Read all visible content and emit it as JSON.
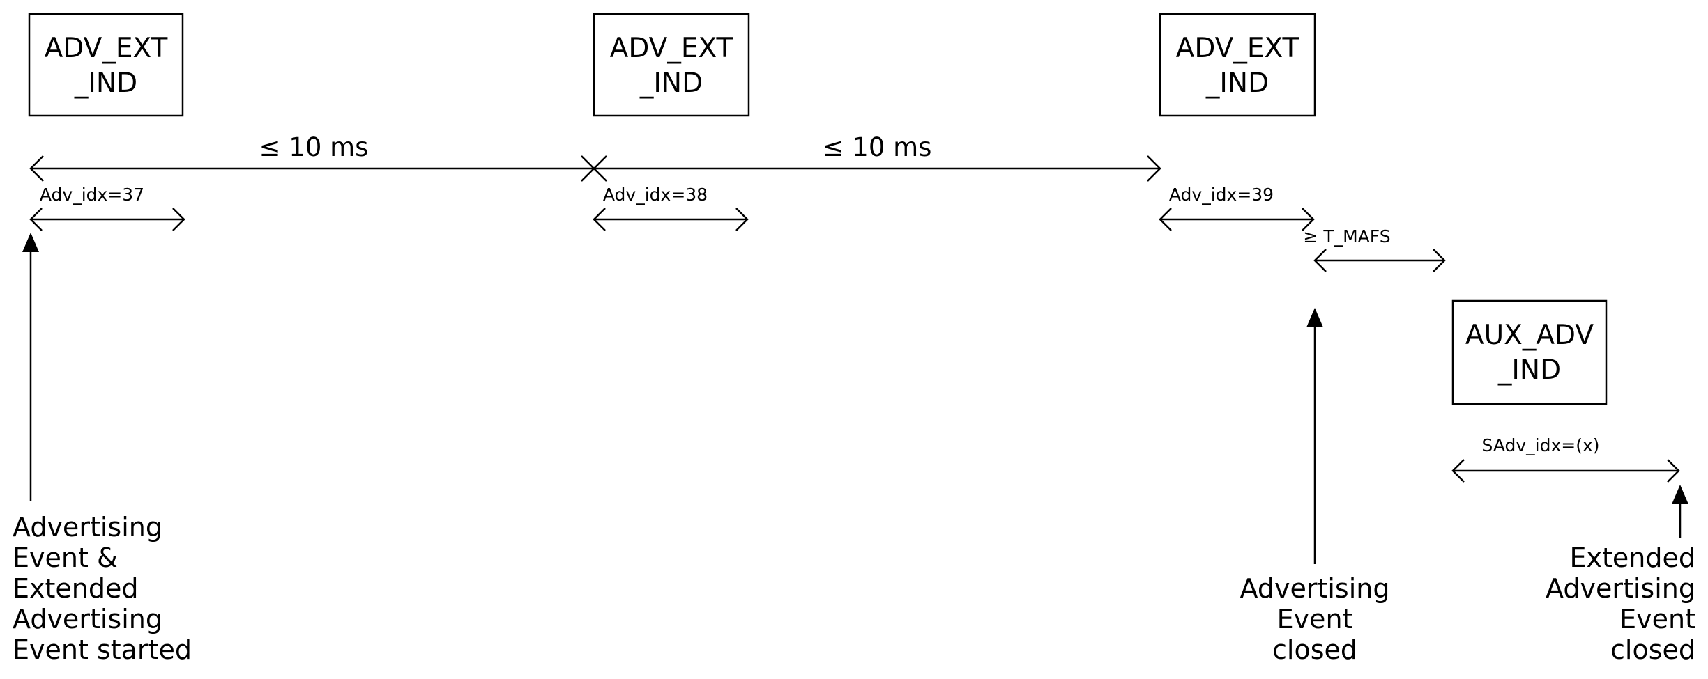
{
  "packets": {
    "adv_ext_1": [
      "ADV_EXT",
      "_IND"
    ],
    "adv_ext_2": [
      "ADV_EXT",
      "_IND"
    ],
    "adv_ext_3": [
      "ADV_EXT",
      "_IND"
    ],
    "aux_adv": [
      "AUX_ADV",
      "_IND"
    ]
  },
  "intervals": {
    "gap_1": "≤ 10 ms",
    "gap_2": "≤ 10 ms",
    "mafs": "≥ T_MAFS"
  },
  "indices": {
    "adv_1": "Adv_idx=37",
    "adv_2": "Adv_idx=38",
    "adv_3": "Adv_idx=39",
    "aux": "SAdv_idx=(x)"
  },
  "events": {
    "started": [
      "Advertising",
      "Event &",
      "Extended",
      "Advertising",
      "Event started"
    ],
    "adv_closed": [
      "Advertising",
      "Event",
      "closed"
    ],
    "ext_closed": [
      "Extended",
      "Advertising",
      "Event",
      "closed"
    ]
  }
}
